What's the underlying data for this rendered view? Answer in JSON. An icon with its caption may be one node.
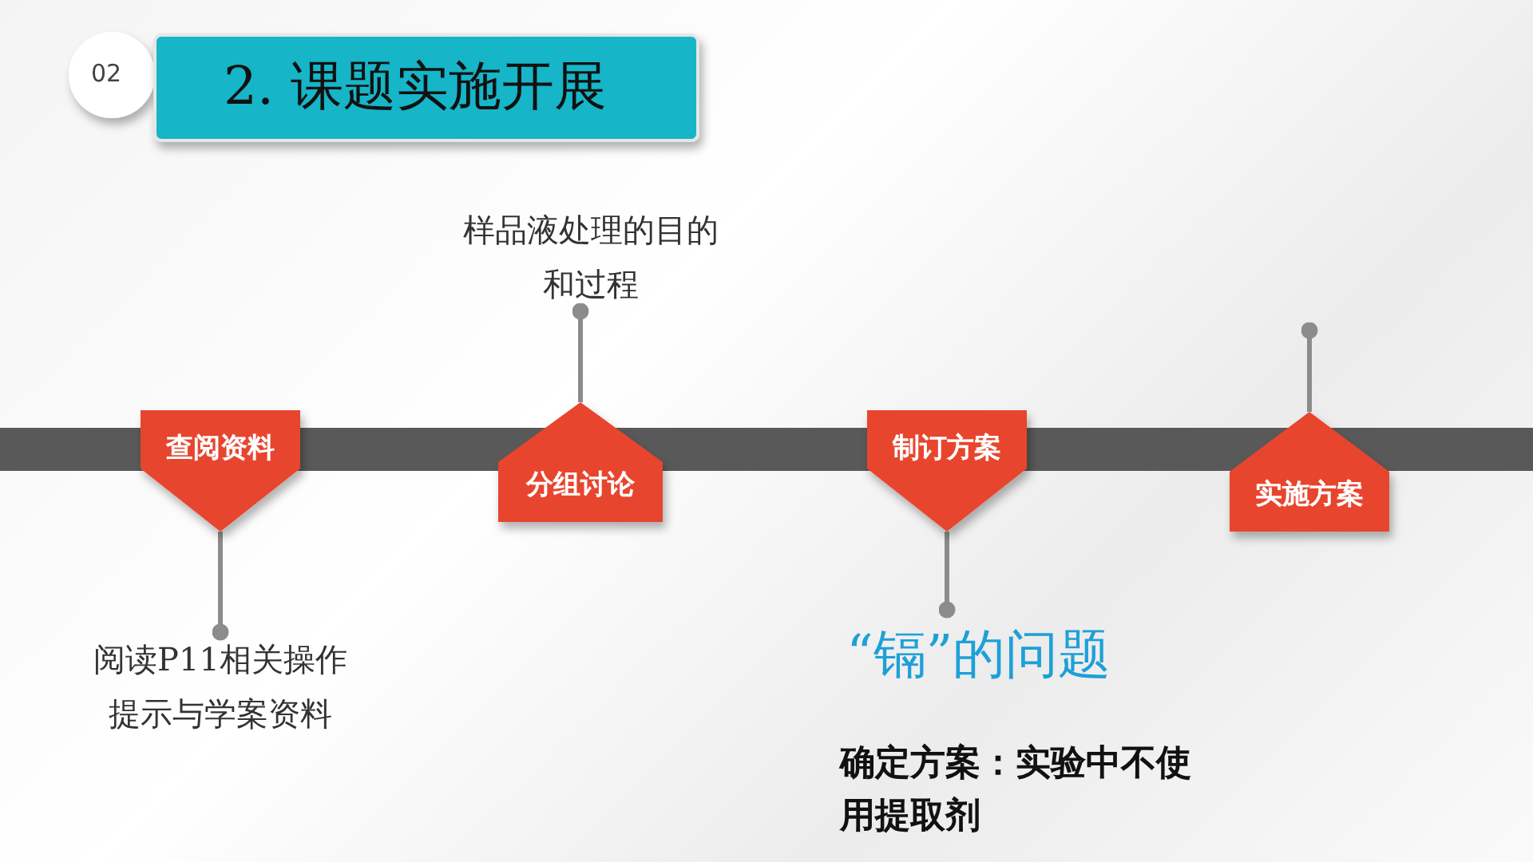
{
  "diagram": {
    "title": "2. 课题实施开展",
    "nodes": [
      {
        "text": [
          "查阅资料"
        ]
      },
      {
        "text": [
          "阅读P11相关操作提示与学案资料"
        ]
      },
      {
        "text": [
          "分组讨论"
        ]
      },
      {
        "text": [
          "样品液处理的目的和过程"
        ]
      },
      {
        "text": [
          "制订方案"
        ]
      },
      {
        "text": [
          "“镉”的问题"
        ]
      },
      {
        "text": [
          "实施方案"
        ]
      }
    ],
    "edges": [
      {
        "from": 0,
        "to": 1,
        "arrow": "other"
      },
      {
        "from": 2,
        "to": 3,
        "arrow": "other"
      },
      {
        "from": 4,
        "to": 5,
        "arrow": "other"
      },
      {
        "from": 6,
        "to": null,
        "arrow": "other"
      }
    ],
    "labels": [
      "02",
      "确定方案：实验中不使用提取剂"
    ]
  }
}
